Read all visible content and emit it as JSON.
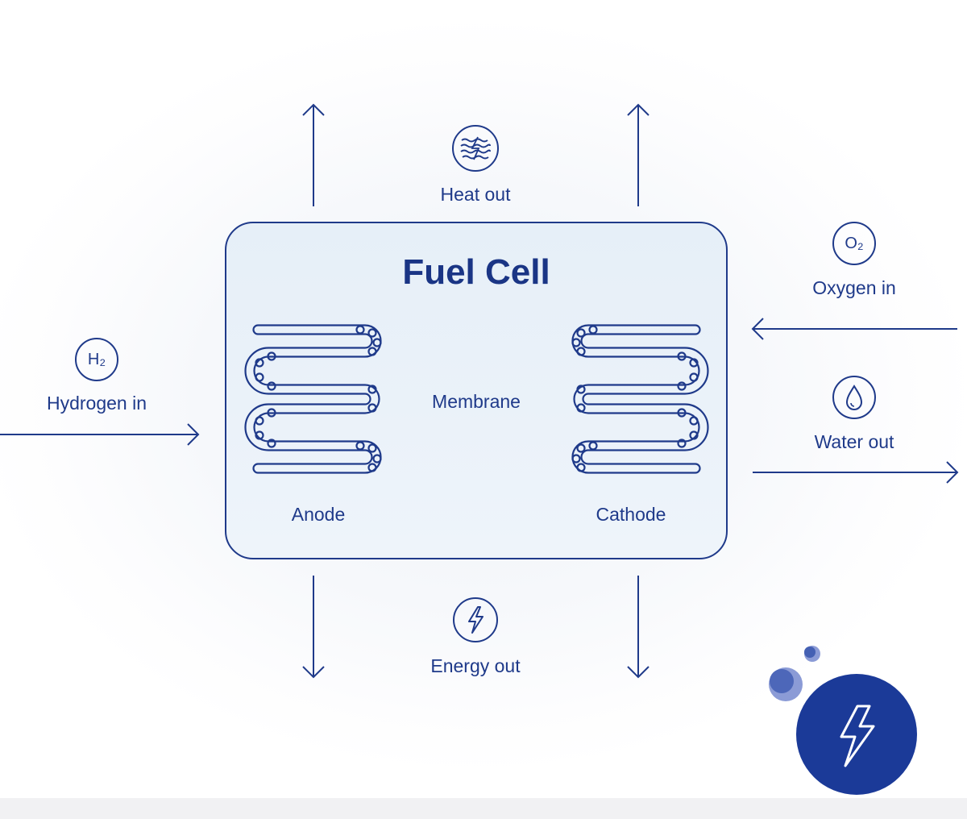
{
  "title": "Fuel Cell",
  "labels": {
    "heat_out": "Heat out",
    "oxygen_in": "Oxygen in",
    "hydrogen_in": "Hydrogen in",
    "membrane": "Membrane",
    "water_out": "Water out",
    "anode": "Anode",
    "cathode": "Cathode",
    "energy_out": "Energy out"
  },
  "icons": {
    "hydrogen": "H₂",
    "oxygen": "O₂",
    "heat": "heat-waves-icon",
    "water": "water-drop-icon",
    "energy": "lightning-bolt-icon",
    "badge": "lightning-bolt-badge-icon"
  },
  "colors": {
    "line": "#1f3a8a",
    "cell_fill": "#e8f0f8",
    "badge": "#1b3a98"
  }
}
